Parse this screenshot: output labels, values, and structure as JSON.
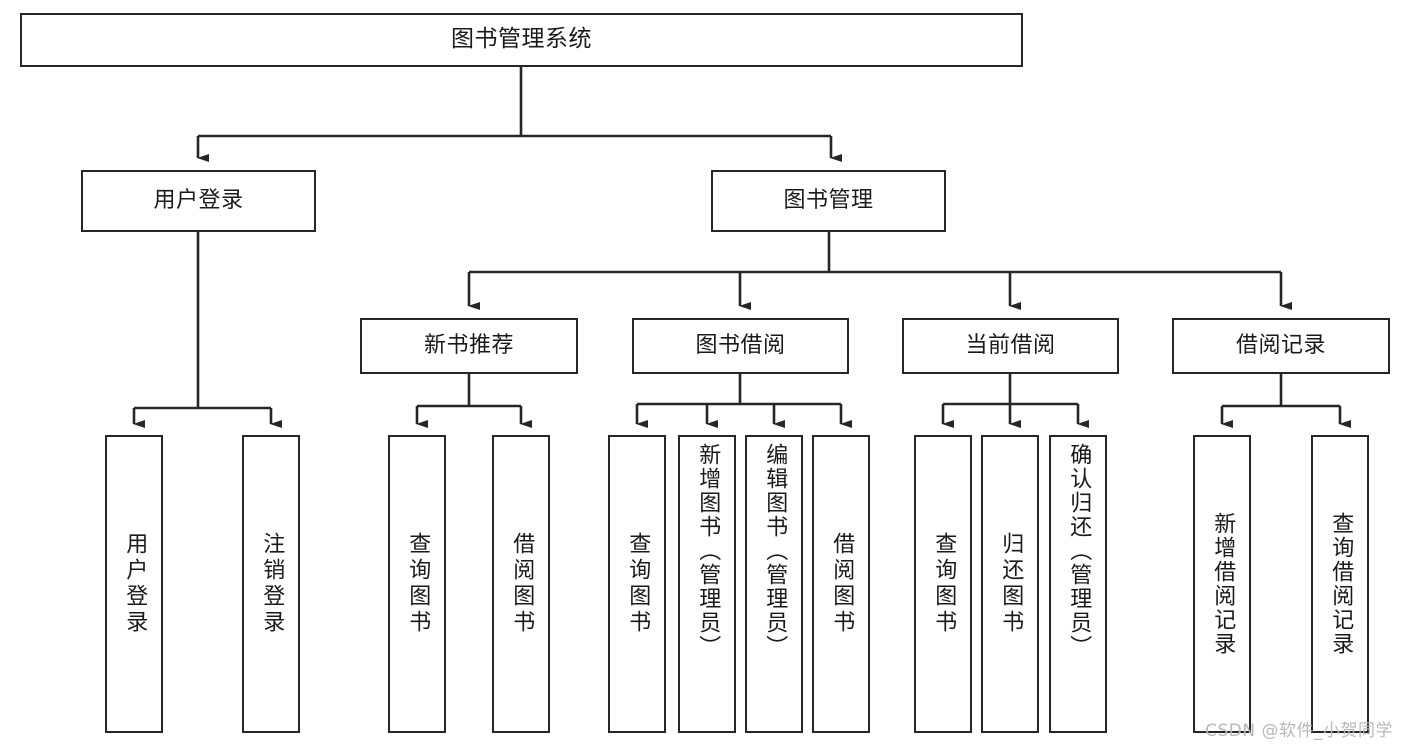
{
  "diagram": {
    "title": "图书管理系统",
    "type": "tree-hierarchy",
    "watermark": "CSDN @软件_小贺同学",
    "colors": {
      "box_border": "#262626",
      "box_fill": "#ffffff",
      "connector": "#262626",
      "text": "#1a1a1a",
      "watermark": "#b9b9b9"
    },
    "root": {
      "label": "图书管理系统"
    },
    "level2": [
      {
        "id": "user-login",
        "label": "用户登录"
      },
      {
        "id": "book-management",
        "label": "图书管理"
      }
    ],
    "level3": [
      {
        "id": "new-book-recommend",
        "label": "新书推荐",
        "parent": "book-management"
      },
      {
        "id": "book-borrow",
        "label": "图书借阅",
        "parent": "book-management"
      },
      {
        "id": "current-borrow",
        "label": "当前借阅",
        "parent": "book-management"
      },
      {
        "id": "borrow-record",
        "label": "借阅记录",
        "parent": "book-management"
      }
    ],
    "leaves": [
      {
        "id": "leaf-user-login",
        "label": "用户登录",
        "parent": "user-login"
      },
      {
        "id": "leaf-logout-login",
        "label": "注销登录",
        "parent": "user-login"
      },
      {
        "id": "leaf-query-book-1",
        "label": "查询图书",
        "parent": "new-book-recommend"
      },
      {
        "id": "leaf-borrow-book-1",
        "label": "借阅图书",
        "parent": "new-book-recommend"
      },
      {
        "id": "leaf-query-book-2",
        "label": "查询图书",
        "parent": "book-borrow"
      },
      {
        "id": "leaf-add-book",
        "label": "新增图书（管理员）",
        "parent": "book-borrow"
      },
      {
        "id": "leaf-edit-book",
        "label": "编辑图书（管理员）",
        "parent": "book-borrow"
      },
      {
        "id": "leaf-borrow-book-2",
        "label": "借阅图书",
        "parent": "book-borrow"
      },
      {
        "id": "leaf-query-book-3",
        "label": "查询图书",
        "parent": "current-borrow"
      },
      {
        "id": "leaf-return-book",
        "label": "归还图书",
        "parent": "current-borrow"
      },
      {
        "id": "leaf-confirm-return",
        "label": "确认归还（管理员）",
        "parent": "current-borrow"
      },
      {
        "id": "leaf-add-record",
        "label": "新增借阅记录",
        "parent": "borrow-record"
      },
      {
        "id": "leaf-query-record",
        "label": "查询借阅记录",
        "parent": "borrow-record"
      }
    ]
  }
}
